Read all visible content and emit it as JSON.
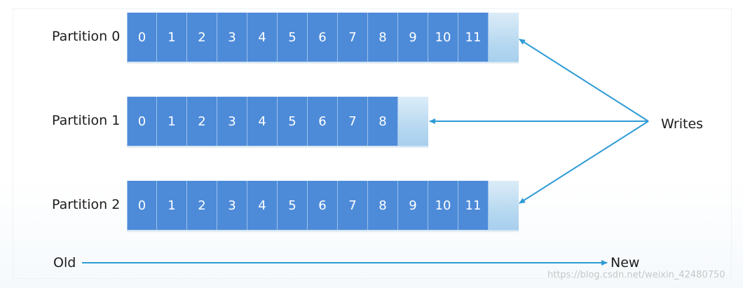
{
  "partitions": [
    {
      "label": "Partition 0",
      "offsets": [
        "0",
        "1",
        "2",
        "3",
        "4",
        "5",
        "6",
        "7",
        "8",
        "9",
        "10",
        "11"
      ]
    },
    {
      "label": "Partition 1",
      "offsets": [
        "0",
        "1",
        "2",
        "3",
        "4",
        "5",
        "6",
        "7",
        "8"
      ]
    },
    {
      "label": "Partition 2",
      "offsets": [
        "0",
        "1",
        "2",
        "3",
        "4",
        "5",
        "6",
        "7",
        "8",
        "9",
        "10",
        "11"
      ]
    }
  ],
  "writes_label": "Writes",
  "axis": {
    "old_label": "Old",
    "new_label": "New"
  },
  "watermark": "https://blog.csdn.net/weixin_42480750",
  "colors": {
    "cell": "#4d8bd9",
    "cell_divider": "#9cc0ea",
    "arrow": "#2e9bd6",
    "empty_slot": "#bcdcf1",
    "text": "#1c1c1c"
  }
}
